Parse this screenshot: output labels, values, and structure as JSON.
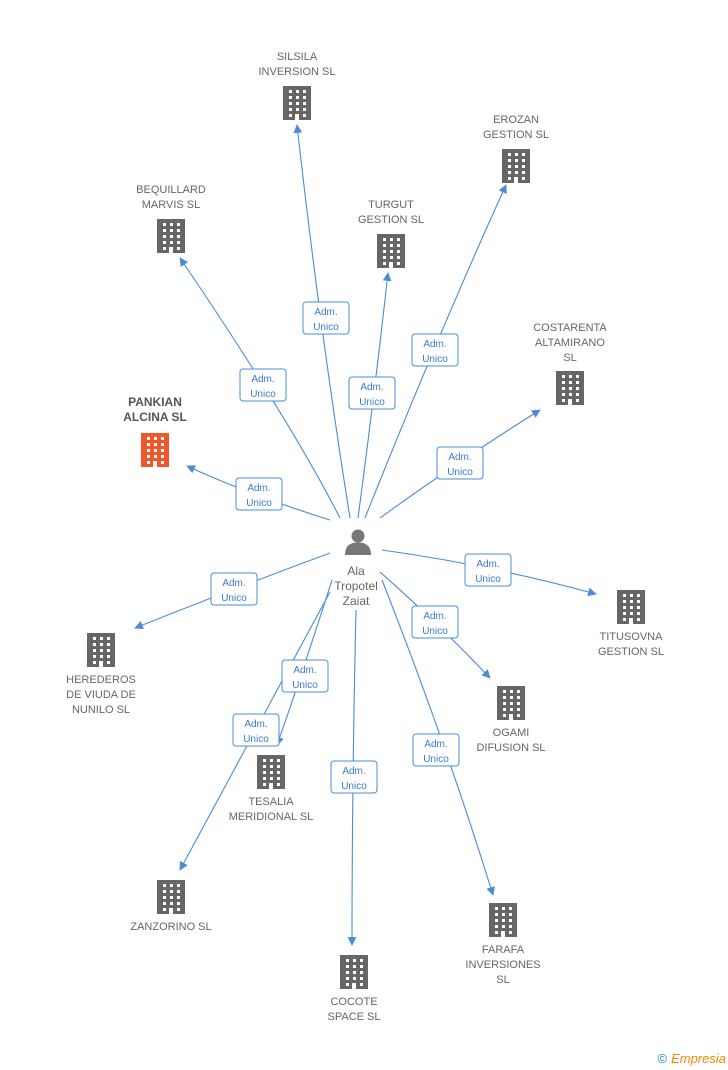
{
  "center": {
    "label": [
      "Ala",
      "Tropotel",
      "Zaiat"
    ],
    "icon": "person-icon"
  },
  "relation_label": [
    "Adm.",
    "Unico"
  ],
  "colors": {
    "edge": "#4a8cd8",
    "building": "#666666",
    "highlight": "#f0582a"
  },
  "companies": [
    {
      "name": [
        "SILSILA",
        "INVERSION SL"
      ],
      "icon": "building-icon"
    },
    {
      "name": [
        "EROZAN",
        "GESTION SL"
      ],
      "icon": "building-icon"
    },
    {
      "name": [
        "BEQUILLARD",
        "MARVIS SL"
      ],
      "icon": "building-icon"
    },
    {
      "name": [
        "TURGUT",
        "GESTION SL"
      ],
      "icon": "building-icon"
    },
    {
      "name": [
        "COSTARENTA",
        "ALTAMIRANO",
        "SL"
      ],
      "icon": "building-icon"
    },
    {
      "name": [
        "PANKIAN",
        "ALCINA SL"
      ],
      "icon": "building-icon",
      "highlight": true
    },
    {
      "name": [
        "TITUSOVNA",
        "GESTION SL"
      ],
      "icon": "building-icon"
    },
    {
      "name": [
        "HEREDEROS",
        "DE VIUDA DE",
        "NUNILO SL"
      ],
      "icon": "building-icon"
    },
    {
      "name": [
        "OGAMI",
        "DIFUSION SL"
      ],
      "icon": "building-icon"
    },
    {
      "name": [
        "TESALIA",
        "MERIDIONAL SL"
      ],
      "icon": "building-icon"
    },
    {
      "name": [
        "ZANZORINO SL"
      ],
      "icon": "building-icon"
    },
    {
      "name": [
        "COCOTE",
        "SPACE SL"
      ],
      "icon": "building-icon"
    },
    {
      "name": [
        "FARAFA",
        "INVERSIONES",
        "SL"
      ],
      "icon": "building-icon"
    }
  ],
  "footer": {
    "copyright_symbol": "©",
    "brand": "Empresia"
  }
}
